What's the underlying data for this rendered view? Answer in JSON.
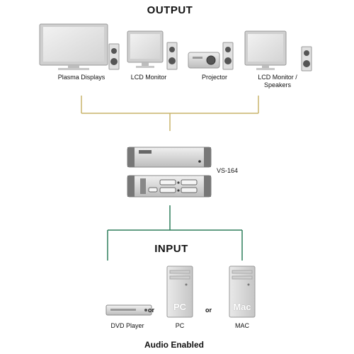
{
  "diagram": {
    "output_heading": "OUTPUT",
    "input_heading": "INPUT",
    "footer": "Audio Enabled",
    "switch_label": "VS-164",
    "outputs": [
      {
        "label": "Plasma Displays"
      },
      {
        "label": "LCD Monitor"
      },
      {
        "label": "Projector"
      },
      {
        "label_line1": "LCD Monitor /",
        "label_line2": "Speakers"
      }
    ],
    "inputs": [
      {
        "label": "DVD Player"
      },
      {
        "label": "PC",
        "badge": "PC"
      },
      {
        "label": "MAC",
        "badge": "Mac"
      }
    ],
    "or_words": [
      "or",
      "or"
    ],
    "colors": {
      "output_lines": "#c9b46a",
      "input_lines": "#2e7d5b",
      "device_fill": "#d8d8d8",
      "device_stroke": "#9a9a9a",
      "screen_fill": "#e6e6e6"
    }
  }
}
